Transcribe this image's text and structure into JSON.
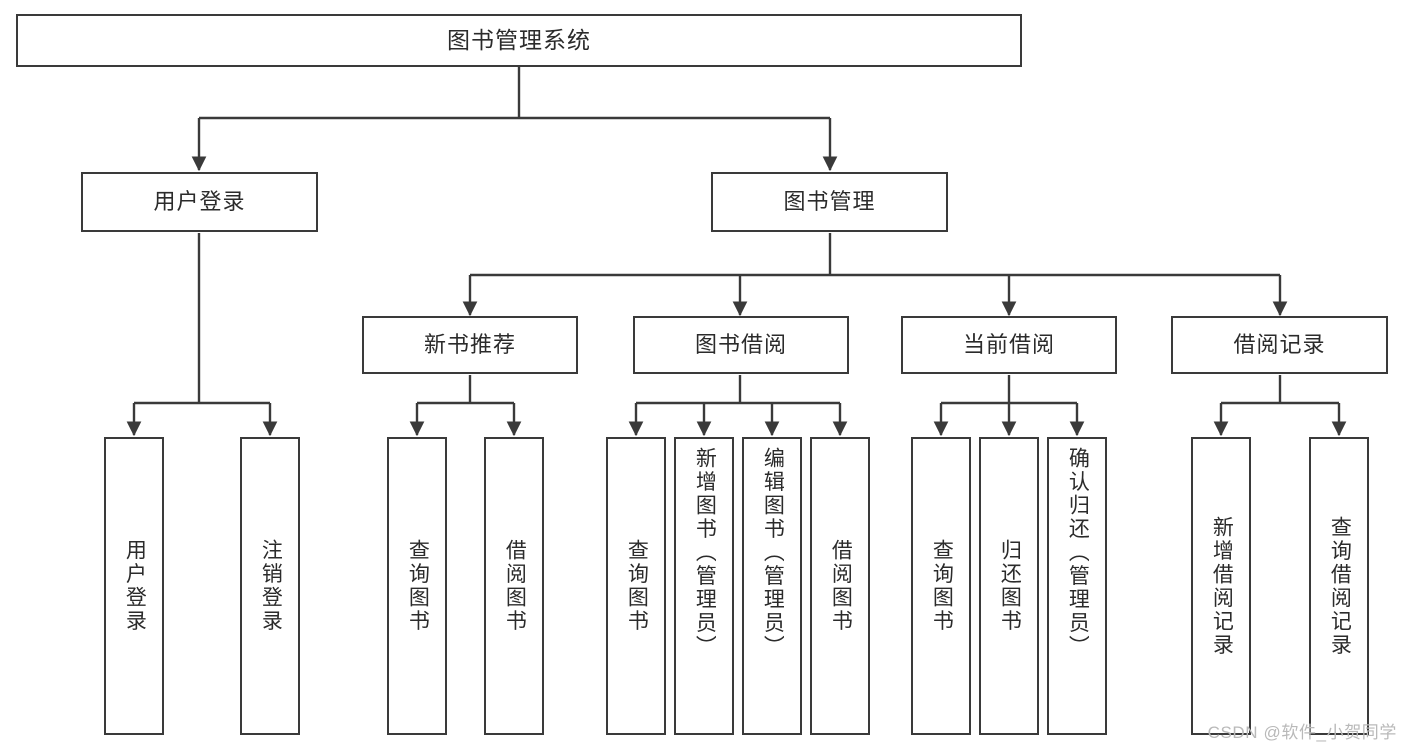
{
  "diagram": {
    "title": "图书管理系统",
    "type": "tree-hierarchy",
    "orientation": "top-down",
    "colors": {
      "background": "#ffffff",
      "box_border": "#3a3a3a",
      "box_fill": "#ffffff",
      "text": "#2b2b2b",
      "edge": "#3a3a3a",
      "watermark": "#b9b9b9"
    },
    "watermark": "CSDN @软件_小贺同学"
  },
  "nodes": {
    "root": {
      "label": "图书管理系统"
    },
    "level2": [
      {
        "id": "user-login",
        "label": "用户登录"
      },
      {
        "id": "book-manage",
        "label": "图书管理"
      }
    ],
    "level3": [
      {
        "id": "new-book-recommend",
        "label": "新书推荐"
      },
      {
        "id": "book-borrow",
        "label": "图书借阅"
      },
      {
        "id": "current-borrow",
        "label": "当前借阅"
      },
      {
        "id": "borrow-record",
        "label": "借阅记录"
      }
    ],
    "leaves": {
      "user_login": [
        {
          "id": "leaf-user-login",
          "label": "用户登录"
        },
        {
          "id": "leaf-logout-login",
          "label": "注销登录"
        }
      ],
      "new_book_recommend": [
        {
          "id": "leaf-query-book-1",
          "label": "查询图书"
        },
        {
          "id": "leaf-borrow-book-1",
          "label": "借阅图书"
        }
      ],
      "book_borrow": [
        {
          "id": "leaf-query-book-2",
          "label": "查询图书"
        },
        {
          "id": "leaf-add-book",
          "label": "新增图书（管理员）"
        },
        {
          "id": "leaf-edit-book",
          "label": "编辑图书（管理员）"
        },
        {
          "id": "leaf-borrow-book-2",
          "label": "借阅图书"
        }
      ],
      "current_borrow": [
        {
          "id": "leaf-query-book-3",
          "label": "查询图书"
        },
        {
          "id": "leaf-return-book",
          "label": "归还图书"
        },
        {
          "id": "leaf-confirm-return",
          "label": "确认归还（管理员）"
        }
      ],
      "borrow_record": [
        {
          "id": "leaf-add-borrow-record",
          "label": "新增借阅记录"
        },
        {
          "id": "leaf-query-borrow-record",
          "label": "查询借阅记录"
        }
      ]
    }
  }
}
